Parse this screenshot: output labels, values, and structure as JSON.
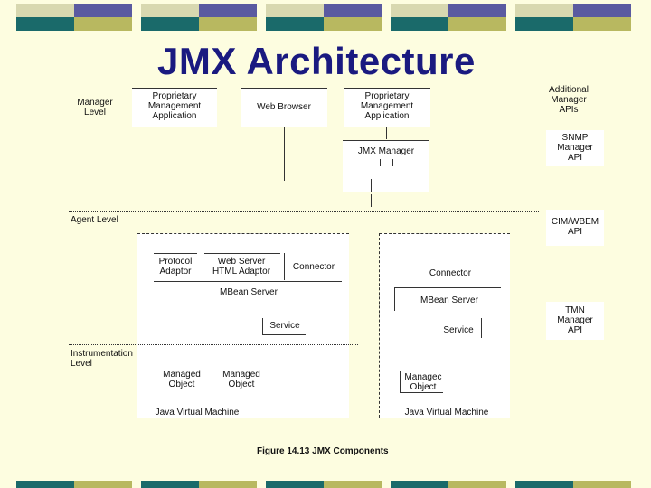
{
  "title": "JMX Architecture",
  "colors": {
    "navy": "#5a5aa0",
    "olive": "#b8b860",
    "teal": "#1a6a6a",
    "pale": "#d8d8b0",
    "background": "#fdfde0",
    "title": "#1a1a80"
  },
  "levels": {
    "manager": "Manager\nLevel",
    "agent": "Agent Level",
    "instrumentation": "Instrumentation\nLevel"
  },
  "manager_boxes": {
    "prop_app_1": "Proprietary\nManagement\nApplication",
    "web_browser": "Web Browser",
    "prop_app_2": "Proprietary\nManagement\nApplication",
    "jmx_manager": "JMX Manager"
  },
  "right_apis": {
    "additional": "Additional\nManager\nAPIs",
    "snmp": "SNMP\nManager\nAPI",
    "cim": "CIM/WBEM\nAPI",
    "tmn": "TMN\nManager\nAPI"
  },
  "agent_left": {
    "protocol": "Protocol\nAdaptor",
    "webserver": "Web Server\nHTML Adaptor",
    "connector": "Connector",
    "mbean": "MBean Server",
    "service": "Service",
    "managed1": "Managed\nObject",
    "managed2": "Managed\nObject",
    "jvm": "Java Virtual Machine"
  },
  "agent_right": {
    "connector": "Connector",
    "mbean": "MBean Server",
    "service": "Service",
    "managed": "Managec\nObject",
    "jvm": "Java Virtual Machine"
  },
  "caption": "Figure 14.13 JMX Components"
}
